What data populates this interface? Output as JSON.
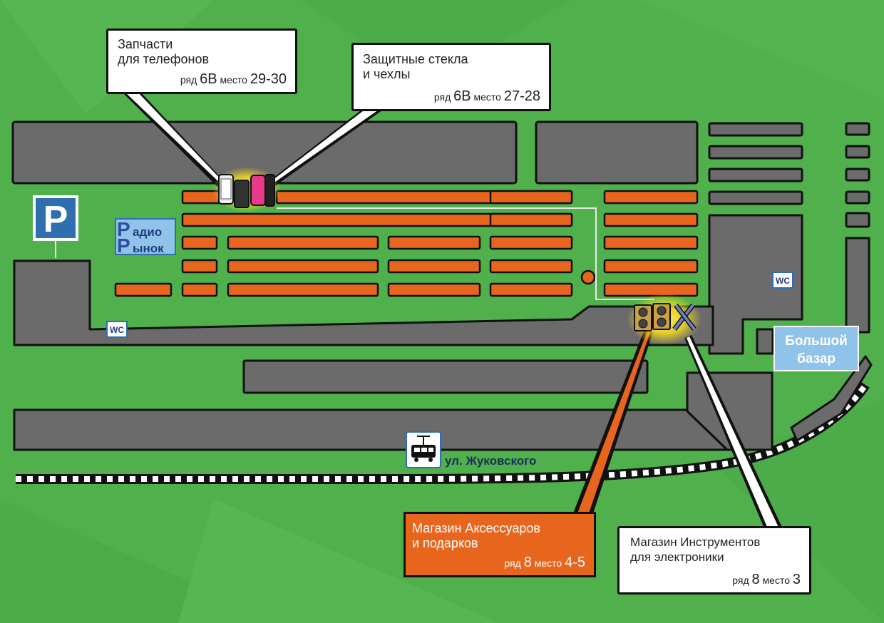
{
  "parking": {
    "symbol": "P"
  },
  "market_radio": {
    "line1_initial": "Р",
    "line1_rest": "адио",
    "line2_initial": "Р",
    "line2_rest": "ынок"
  },
  "market_big": {
    "line1": "Большой",
    "line2": "базар"
  },
  "wc_labels": [
    "WC",
    "WC"
  ],
  "street": {
    "name": "ул. Жуковского"
  },
  "callouts": [
    {
      "title": "Запчасти\nдля телефонов",
      "row_word": "ряд",
      "row": "6В",
      "place_word": "место",
      "place": "29-30"
    },
    {
      "title": "Защитные стекла\nи чехлы",
      "row_word": "ряд",
      "row": "6В",
      "place_word": "место",
      "place": "27-28"
    },
    {
      "title": "Магазин Аксессуаров\nи подарков",
      "row_word": "ряд",
      "row": "8",
      "place_word": "место",
      "place": "4-5"
    },
    {
      "title": "Магазин Инструментов\nдля электроники",
      "row_word": "ряд",
      "row": "8",
      "place_word": "место",
      "place": "3"
    }
  ],
  "icons": [
    "phone-icon",
    "phone-case-icon",
    "speaker-icon",
    "tools-icon",
    "tram-icon",
    "parking-icon"
  ],
  "colors": {
    "background": "#4fb04c",
    "building": "#6b6b6b",
    "row": "#e8651e",
    "accent_blue": "#2f6fb0",
    "light_blue": "#8fc3ea"
  }
}
